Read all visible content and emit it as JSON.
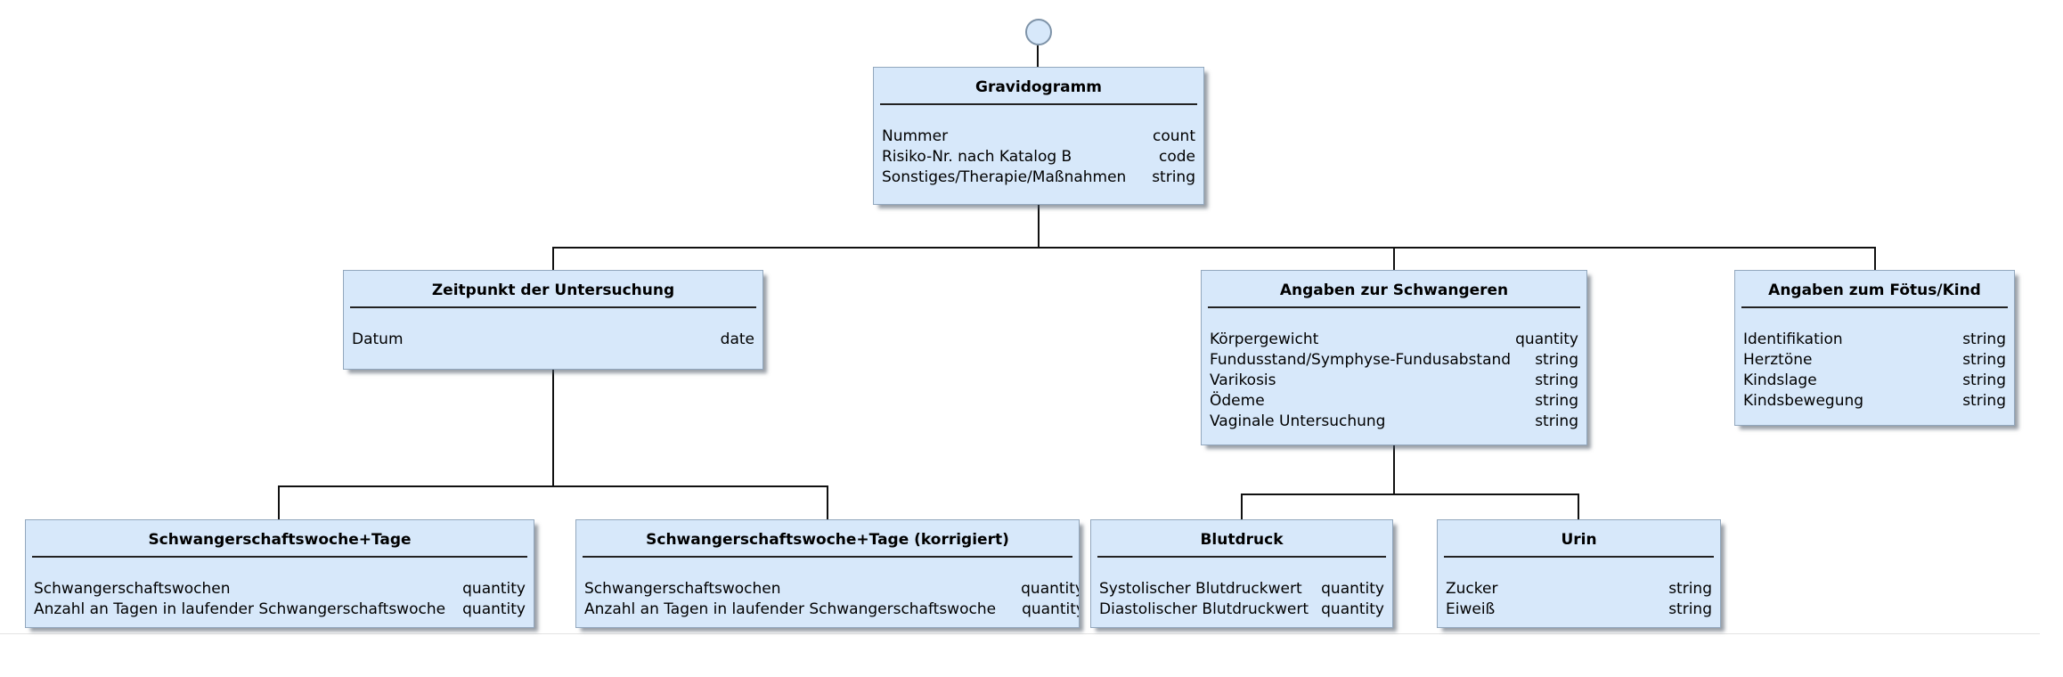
{
  "diagram": {
    "kind": "uml-class-tree",
    "colors": {
      "background": "#ffffff",
      "node_fill": "#d7e8fa",
      "node_border": "#92a7bd",
      "separator": "#222222",
      "connector": "#111111",
      "circle_border": "#7e93a8",
      "divider": "#e3e3e3",
      "text": "#000000"
    },
    "nodes": [
      {
        "id": "gravidogramm",
        "title": "Gravidogramm",
        "fields": [
          {
            "name": "Nummer",
            "type": "count"
          },
          {
            "name": "Risiko-Nr. nach Katalog B",
            "type": "code"
          },
          {
            "name": "Sonstiges/Therapie/Maßnahmen",
            "type": "string"
          }
        ]
      },
      {
        "id": "zeitpunkt_der_untersuchung",
        "title": "Zeitpunkt der Untersuchung",
        "fields": [
          {
            "name": "Datum",
            "type": "date"
          }
        ]
      },
      {
        "id": "angaben_zur_schwangeren",
        "title": "Angaben zur Schwangeren",
        "fields": [
          {
            "name": "Körpergewicht",
            "type": "quantity"
          },
          {
            "name": "Fundusstand/Symphyse-Fundusabstand",
            "type": "string"
          },
          {
            "name": "Varikosis",
            "type": "string"
          },
          {
            "name": "Ödeme",
            "type": "string"
          },
          {
            "name": "Vaginale Untersuchung",
            "type": "string"
          }
        ]
      },
      {
        "id": "angaben_zum_foetus_kind",
        "title": "Angaben zum Fötus/Kind",
        "fields": [
          {
            "name": "Identifikation",
            "type": "string"
          },
          {
            "name": "Herztöne",
            "type": "string"
          },
          {
            "name": "Kindslage",
            "type": "string"
          },
          {
            "name": "Kindsbewegung",
            "type": "string"
          }
        ]
      },
      {
        "id": "schwangerschaftswoche_tage",
        "title": "Schwangerschaftswoche+Tage",
        "fields": [
          {
            "name": "Schwangerschaftswochen",
            "type": "quantity"
          },
          {
            "name": "Anzahl an Tagen in laufender Schwangerschaftswoche",
            "type": "quantity"
          }
        ]
      },
      {
        "id": "schwangerschaftswoche_tage_korrigiert",
        "title": "Schwangerschaftswoche+Tage (korrigiert)",
        "fields": [
          {
            "name": "Schwangerschaftswochen",
            "type": "quantity"
          },
          {
            "name": "Anzahl an Tagen in laufender Schwangerschaftswoche",
            "type": "quantity"
          }
        ]
      },
      {
        "id": "blutdruck",
        "title": "Blutdruck",
        "fields": [
          {
            "name": "Systolischer Blutdruckwert",
            "type": "quantity"
          },
          {
            "name": "Diastolischer Blutdruckwert",
            "type": "quantity"
          }
        ]
      },
      {
        "id": "urin",
        "title": "Urin",
        "fields": [
          {
            "name": "Zucker",
            "type": "string"
          },
          {
            "name": "Eiweiß",
            "type": "string"
          }
        ]
      }
    ],
    "edges": [
      [
        "gravidogramm",
        "zeitpunkt_der_untersuchung"
      ],
      [
        "gravidogramm",
        "angaben_zur_schwangeren"
      ],
      [
        "gravidogramm",
        "angaben_zum_foetus_kind"
      ],
      [
        "zeitpunkt_der_untersuchung",
        "schwangerschaftswoche_tage"
      ],
      [
        "zeitpunkt_der_untersuchung",
        "schwangerschaftswoche_tage_korrigiert"
      ],
      [
        "angaben_zur_schwangeren",
        "blutdruck"
      ],
      [
        "angaben_zur_schwangeren",
        "urin"
      ]
    ]
  }
}
